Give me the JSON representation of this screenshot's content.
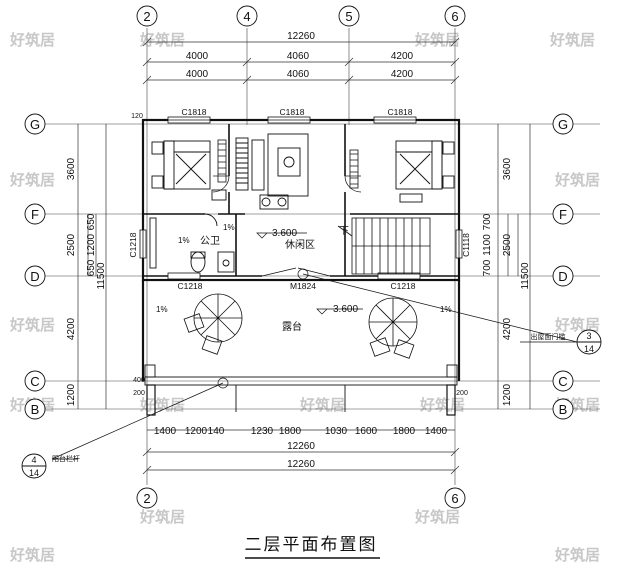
{
  "title": "二层平面布置图",
  "watermark": "好筑居",
  "axes": {
    "top": [
      "2",
      "4",
      "5",
      "6"
    ],
    "bottom": [
      "2",
      "6"
    ],
    "left": [
      "G",
      "F",
      "D",
      "C",
      "B"
    ],
    "right": [
      "G",
      "F",
      "D",
      "C",
      "B"
    ]
  },
  "dims": {
    "top_total": "12260",
    "top_row1": [
      "4000",
      "4060",
      "4200"
    ],
    "top_row2": [
      "4000",
      "4060",
      "4200"
    ],
    "bottom_total": "12260",
    "bottom_total2": "12260",
    "bottom_segments": [
      "1400",
      "1200",
      "140",
      "1230",
      "1800",
      "1030",
      "1600",
      "1800",
      "1400"
    ],
    "left_outer": [
      "3600",
      "2500",
      "4200",
      "1200"
    ],
    "left_inner": [
      "650",
      "1200",
      "650"
    ],
    "left_small": "11500",
    "right_outer": [
      "3600",
      "2500",
      "4200",
      "1200"
    ],
    "right_inner": [
      "700",
      "1100",
      "700"
    ],
    "right_small": "11500",
    "corner_small": [
      "120",
      "400",
      "200",
      "200"
    ]
  },
  "windows": [
    "C1818",
    "C1818",
    "C1818",
    "C1218",
    "C1218",
    "C1218",
    "C1118"
  ],
  "door": "M1824",
  "rooms": {
    "lounge": "休闲区",
    "toilet": "公卫",
    "terrace": "露台",
    "down": "下"
  },
  "levels": [
    "3.600",
    "3.600"
  ],
  "slopes": [
    "1%",
    "1%",
    "1%",
    "1%"
  ],
  "callouts": [
    {
      "label": "出屋面门槛",
      "num": "3",
      "sheet": "14"
    },
    {
      "label": "阳台栏杆",
      "num": "4",
      "sheet": "14"
    }
  ]
}
